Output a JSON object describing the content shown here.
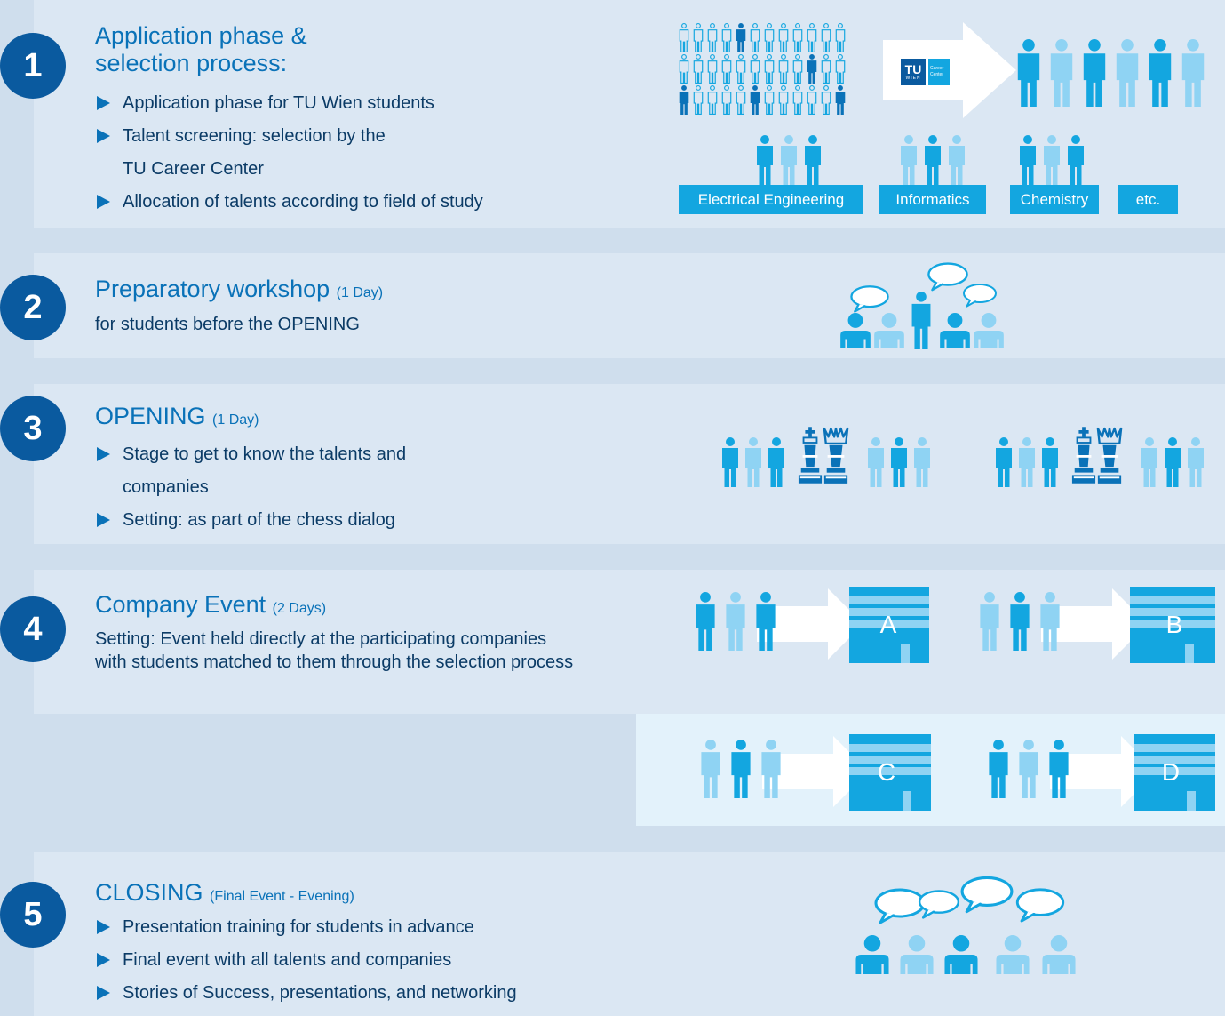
{
  "steps": [
    {
      "number": "1",
      "title": "Application phase &",
      "title_line2": "selection process:",
      "bullets": [
        "Application phase for TU Wien students",
        "Talent screening: selection by the",
        "TU Career Center",
        "Allocation of talents according to field of study"
      ],
      "logo": {
        "mark": "TU",
        "sub": "WIEN",
        "tag_line1": "Career",
        "tag_line2": "Center"
      },
      "fields": [
        "Electrical Engineering",
        "Informatics",
        "Chemistry",
        "etc."
      ]
    },
    {
      "number": "2",
      "title": "Preparatory workshop",
      "title_suffix": "(1 Day)",
      "subtitle": "for students before the OPENING"
    },
    {
      "number": "3",
      "title": "OPENING",
      "title_suffix": "(1 Day)",
      "bullets": [
        "Stage to get to know the talents and",
        "companies",
        "Setting: as part of the chess dialog"
      ]
    },
    {
      "number": "4",
      "title": "Company Event",
      "title_suffix": "(2 Days)",
      "subtitle_line1": "Setting: Event held directly at the participating companies",
      "subtitle_line2": "with students matched to them through the selection process",
      "companies": [
        "A",
        "B",
        "C",
        "D"
      ]
    },
    {
      "number": "5",
      "title": "CLOSING",
      "title_suffix": "(Final Event - Evening)",
      "bullets": [
        "Presentation training for students in advance",
        "Final event with all talents and companies",
        "Stories of Success, presentations, and networking"
      ]
    }
  ],
  "colors": {
    "dark": "#0a5a9f",
    "accent": "#0a72b8",
    "cyan": "#13a6e0",
    "light_cyan": "#8fd3f3",
    "band": "#dbe7f3",
    "background": "#cfdeed"
  },
  "icons": [
    "person-icon",
    "speech-bubble-icon",
    "chess-king-icon",
    "chess-queen-icon",
    "building-icon",
    "arrow-icon",
    "tu-wien-logo"
  ]
}
